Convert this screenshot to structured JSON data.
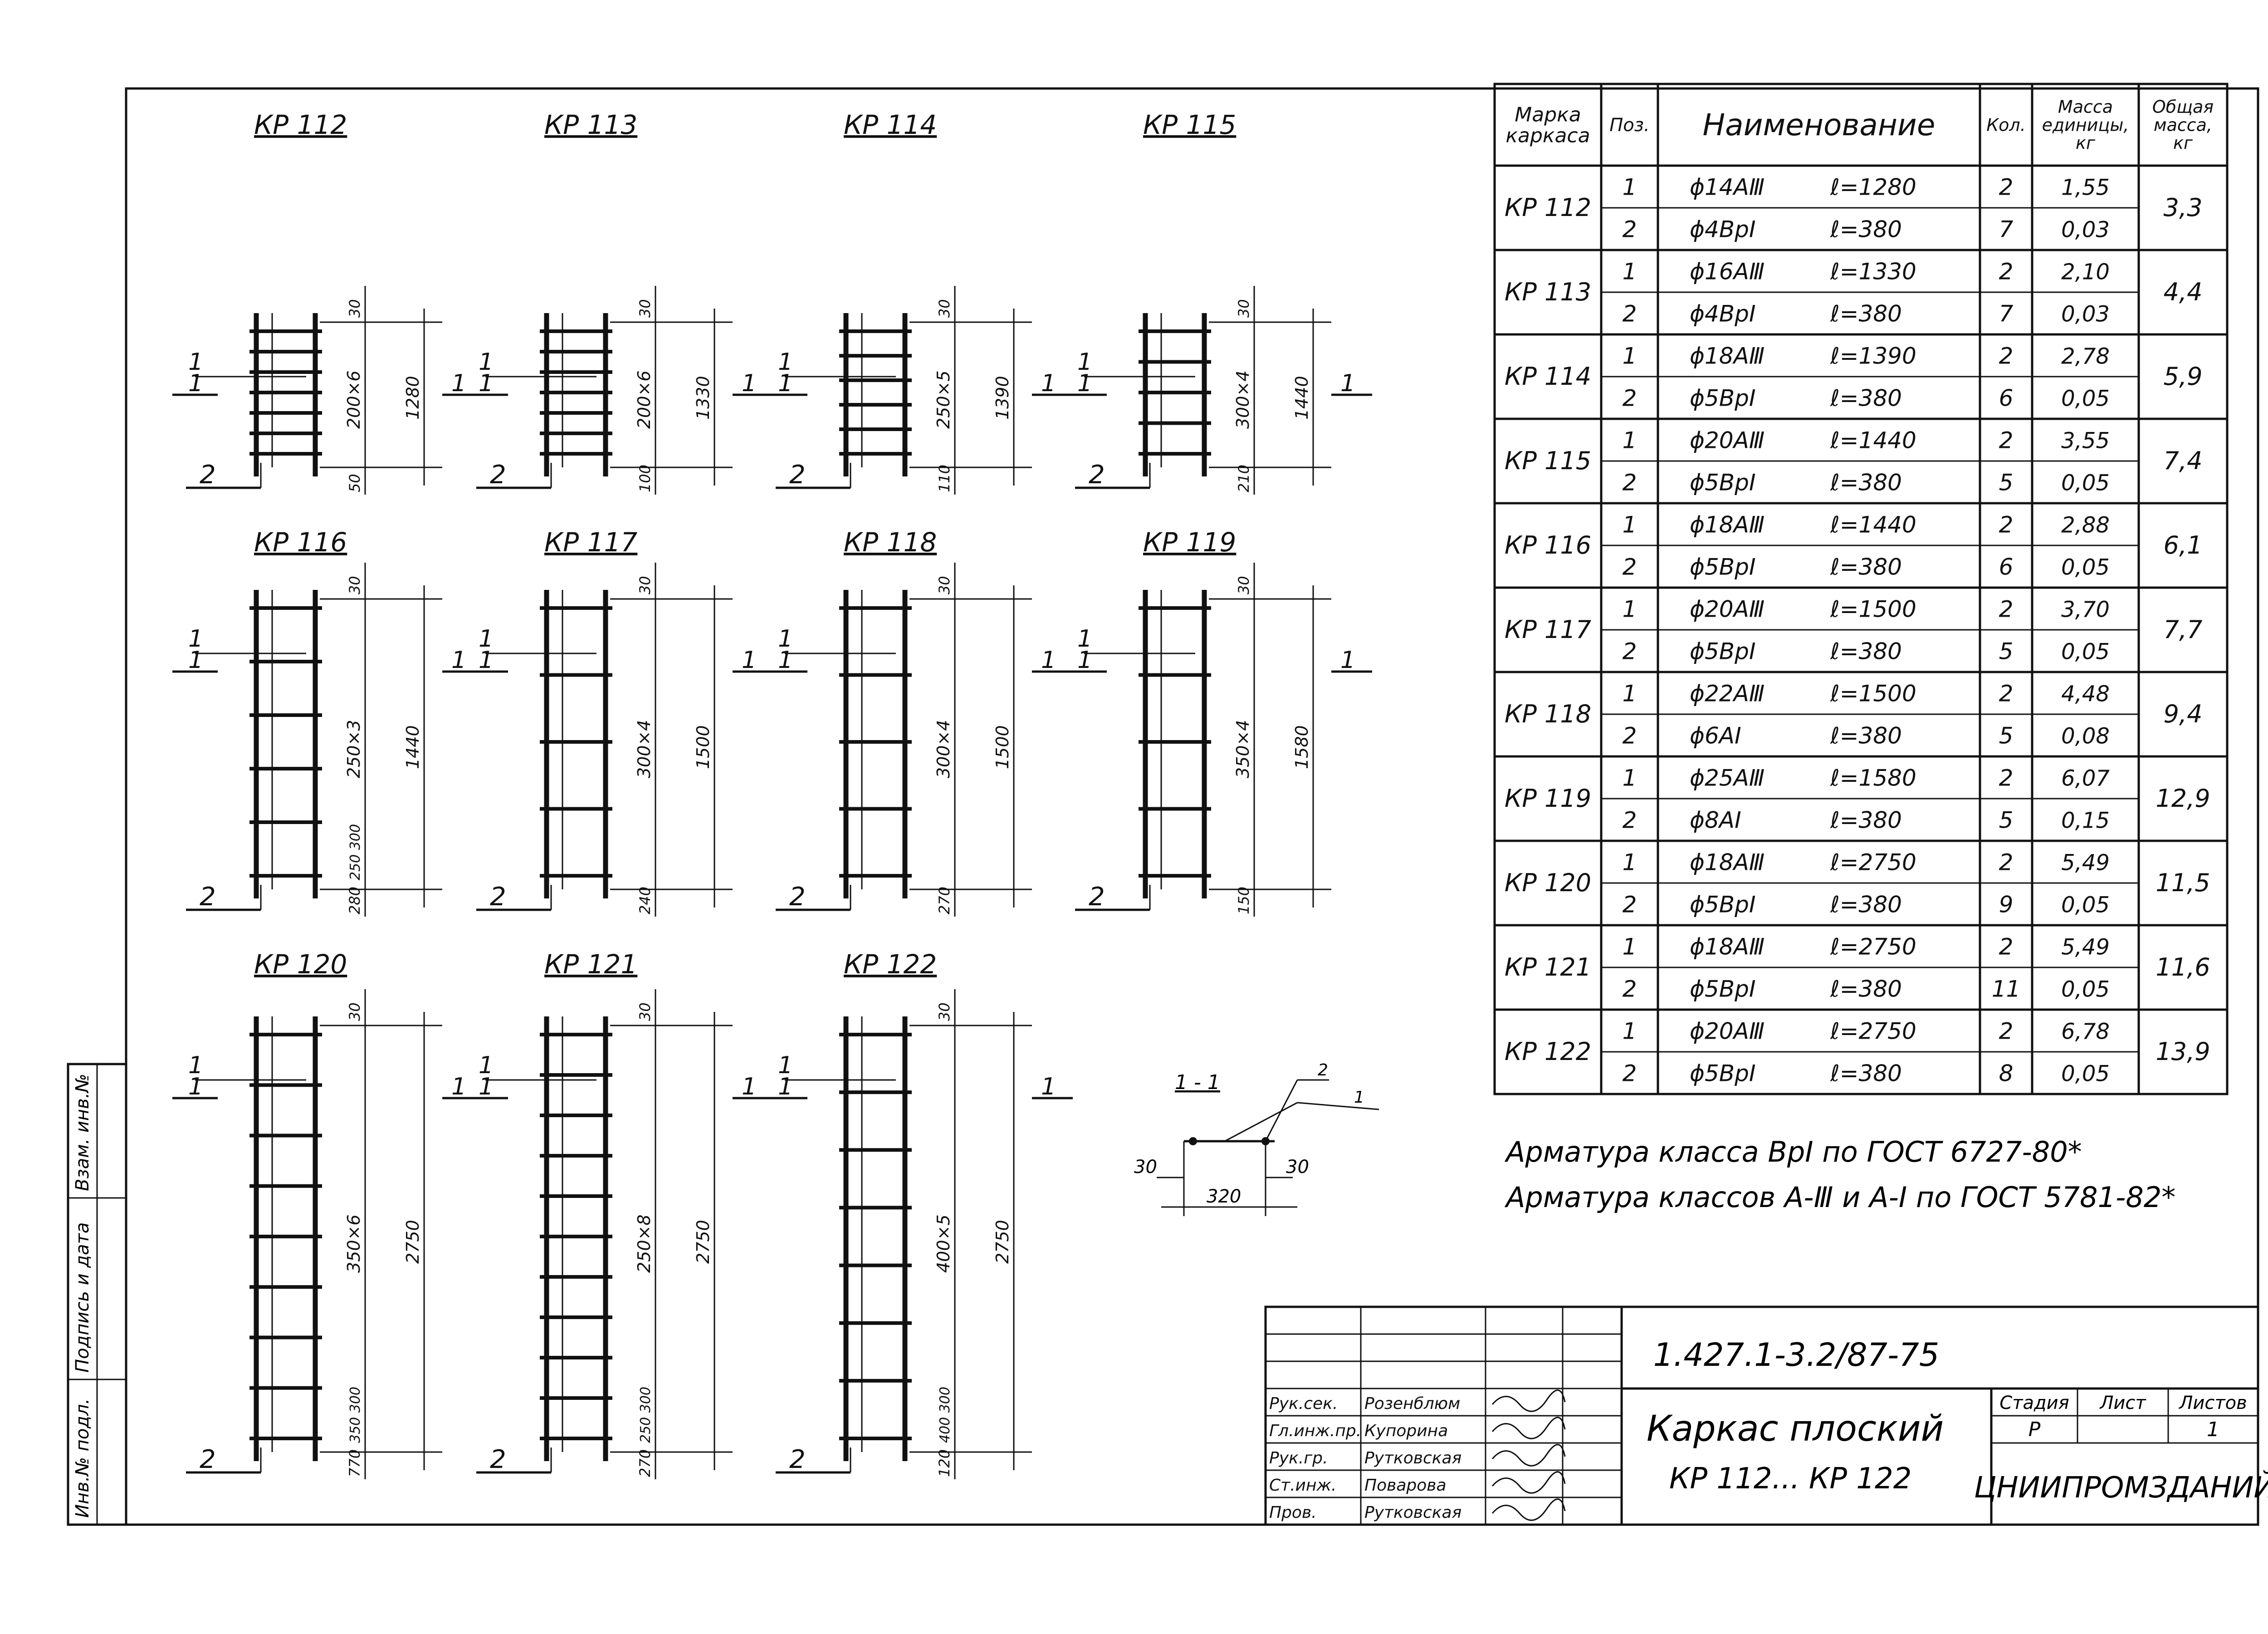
{
  "drawing": {
    "frames": [
      {
        "name": "КР 112",
        "label_1": "1",
        "label_2": "2",
        "spacing": "200×6",
        "length": "1280",
        "top": "30",
        "bottom": "50",
        "bars": 7
      },
      {
        "name": "КР 113",
        "label_1": "1",
        "label_2": "2",
        "spacing": "200×6",
        "length": "1330",
        "top": "30",
        "bottom": "100",
        "bars": 7
      },
      {
        "name": "КР 114",
        "label_1": "1",
        "label_2": "2",
        "spacing": "250×5",
        "length": "1390",
        "top": "30",
        "bottom": "110",
        "bars": 6
      },
      {
        "name": "КР 115",
        "label_1": "1",
        "label_2": "2",
        "spacing": "300×4",
        "length": "1440",
        "top": "30",
        "bottom": "210",
        "bars": 5
      },
      {
        "name": "КР 116",
        "label_1": "1",
        "label_2": "2",
        "spacing": "250×3",
        "length": "1440",
        "top": "30",
        "bottom": "280",
        "extra": "250 300",
        "bars": 6
      },
      {
        "name": "КР 117",
        "label_1": "1",
        "label_2": "2",
        "spacing": "300×4",
        "length": "1500",
        "top": "30",
        "bottom": "240",
        "bars": 5
      },
      {
        "name": "КР 118",
        "label_1": "1",
        "label_2": "2",
        "spacing": "300×4",
        "length": "1500",
        "top": "30",
        "bottom": "270",
        "bars": 5
      },
      {
        "name": "КР 119",
        "label_1": "1",
        "label_2": "2",
        "spacing": "350×4",
        "length": "1580",
        "top": "30",
        "bottom": "150",
        "bars": 5
      },
      {
        "name": "КР 120",
        "label_1": "1",
        "label_2": "2",
        "spacing": "350×6",
        "length": "2750",
        "top": "30",
        "bottom": "770",
        "extra": "350 300",
        "bars": 9
      },
      {
        "name": "КР 121",
        "label_1": "1",
        "label_2": "2",
        "spacing": "250×8",
        "length": "2750",
        "top": "30",
        "bottom": "270",
        "extra": "250 300",
        "bars": 11
      },
      {
        "name": "КР 122",
        "label_1": "1",
        "label_2": "2",
        "spacing": "400×5",
        "length": "2750",
        "top": "30",
        "bottom": "120",
        "extra": "400 300",
        "bars": 8
      }
    ],
    "section": {
      "title": "1 - 1",
      "mark_1": "1",
      "mark_2": "2",
      "left": "30",
      "right": "30",
      "width": "320"
    }
  },
  "spec_table": {
    "headers": [
      "Марка каркаса",
      "Поз.",
      "Наименование",
      "Кол.",
      "Масса единицы, кг",
      "Общая масса, кг"
    ],
    "rows": [
      {
        "mark": "КР 112",
        "total": "3,3",
        "items": [
          [
            "1",
            "ϕ14АⅢ",
            "ℓ=1280",
            "2",
            "1,55"
          ],
          [
            "2",
            "ϕ4ВрⅠ",
            "ℓ=380",
            "7",
            "0,03"
          ]
        ]
      },
      {
        "mark": "КР 113",
        "total": "4,4",
        "items": [
          [
            "1",
            "ϕ16АⅢ",
            "ℓ=1330",
            "2",
            "2,10"
          ],
          [
            "2",
            "ϕ4ВрⅠ",
            "ℓ=380",
            "7",
            "0,03"
          ]
        ]
      },
      {
        "mark": "КР 114",
        "total": "5,9",
        "items": [
          [
            "1",
            "ϕ18АⅢ",
            "ℓ=1390",
            "2",
            "2,78"
          ],
          [
            "2",
            "ϕ5ВрⅠ",
            "ℓ=380",
            "6",
            "0,05"
          ]
        ]
      },
      {
        "mark": "КР 115",
        "total": "7,4",
        "items": [
          [
            "1",
            "ϕ20АⅢ",
            "ℓ=1440",
            "2",
            "3,55"
          ],
          [
            "2",
            "ϕ5ВрⅠ",
            "ℓ=380",
            "5",
            "0,05"
          ]
        ]
      },
      {
        "mark": "КР 116",
        "total": "6,1",
        "items": [
          [
            "1",
            "ϕ18АⅢ",
            "ℓ=1440",
            "2",
            "2,88"
          ],
          [
            "2",
            "ϕ5ВрⅠ",
            "ℓ=380",
            "6",
            "0,05"
          ]
        ]
      },
      {
        "mark": "КР 117",
        "total": "7,7",
        "items": [
          [
            "1",
            "ϕ20АⅢ",
            "ℓ=1500",
            "2",
            "3,70"
          ],
          [
            "2",
            "ϕ5ВрⅠ",
            "ℓ=380",
            "5",
            "0,05"
          ]
        ]
      },
      {
        "mark": "КР 118",
        "total": "9,4",
        "items": [
          [
            "1",
            "ϕ22АⅢ",
            "ℓ=1500",
            "2",
            "4,48"
          ],
          [
            "2",
            "ϕ6АⅠ",
            "ℓ=380",
            "5",
            "0,08"
          ]
        ]
      },
      {
        "mark": "КР 119",
        "total": "12,9",
        "items": [
          [
            "1",
            "ϕ25АⅢ",
            "ℓ=1580",
            "2",
            "6,07"
          ],
          [
            "2",
            "ϕ8АⅠ",
            "ℓ=380",
            "5",
            "0,15"
          ]
        ]
      },
      {
        "mark": "КР 120",
        "total": "11,5",
        "items": [
          [
            "1",
            "ϕ18АⅢ",
            "ℓ=2750",
            "2",
            "5,49"
          ],
          [
            "2",
            "ϕ5ВрⅠ",
            "ℓ=380",
            "9",
            "0,05"
          ]
        ]
      },
      {
        "mark": "КР 121",
        "total": "11,6",
        "items": [
          [
            "1",
            "ϕ18АⅢ",
            "ℓ=2750",
            "2",
            "5,49"
          ],
          [
            "2",
            "ϕ5ВрⅠ",
            "ℓ=380",
            "11",
            "0,05"
          ]
        ]
      },
      {
        "mark": "КР 122",
        "total": "13,9",
        "items": [
          [
            "1",
            "ϕ20АⅢ",
            "ℓ=2750",
            "2",
            "6,78"
          ],
          [
            "2",
            "ϕ5ВрⅠ",
            "ℓ=380",
            "8",
            "0,05"
          ]
        ]
      }
    ]
  },
  "notes": [
    "Арматура класса ВрⅠ по ГОСТ 6727-80*",
    "Арматура классов А-Ⅲ и А-Ⅰ по ГОСТ 5781-82*"
  ],
  "title_block": {
    "code": "1.427.1-3.2/87-75",
    "title_line1": "Каркас плоский",
    "title_line2": "КР 112... КР 122",
    "stage_label": "Стадия",
    "sheet_label": "Лист",
    "sheets_label": "Листов",
    "stage": "Р",
    "sheet": "",
    "sheets": "1",
    "org": "ЦНИИПРОМЗДАНИЙ",
    "staff": [
      {
        "role": "Рук.сек.",
        "name": "Розенблюм"
      },
      {
        "role": "Гл.инж.пр.",
        "name": "Купорина"
      },
      {
        "role": "Рук.гр.",
        "name": "Рутковская"
      },
      {
        "role": "Ст.инж.",
        "name": "Поварова"
      },
      {
        "role": "Пров.",
        "name": "Рутковская"
      }
    ]
  },
  "side_stamp": [
    "Инв.№ подл.",
    "Подпись и дата",
    "Взам. инв.№"
  ]
}
